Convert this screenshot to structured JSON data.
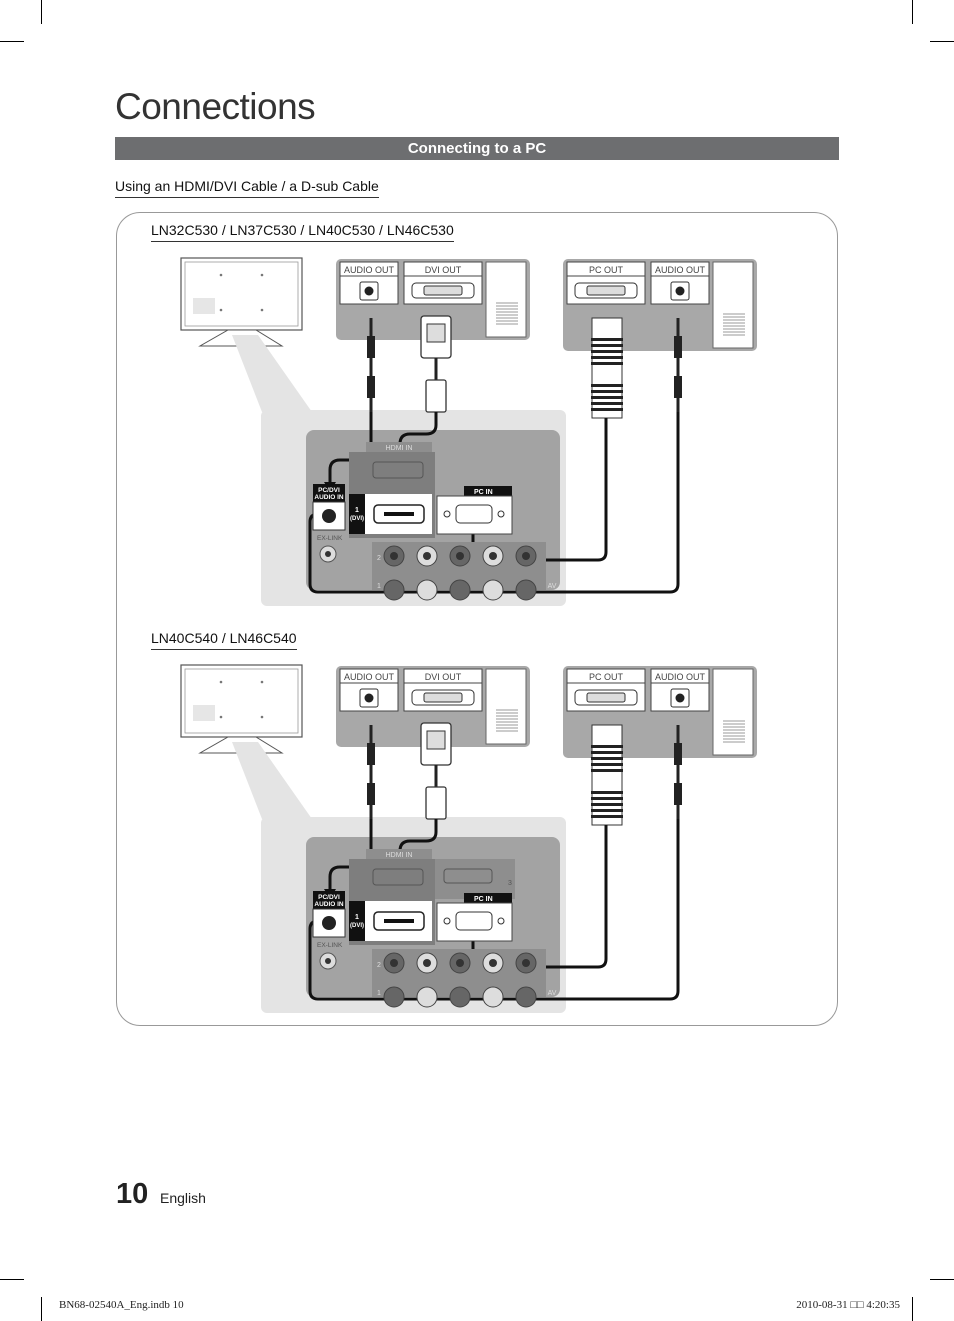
{
  "page_title": "Connections",
  "section_banner": "Connecting to a PC",
  "subheading": "Using an HDMI/DVI Cable / a D-sub Cable",
  "diagrams": [
    {
      "model": "LN32C530 / LN37C530 / LN40C530 / LN46C530",
      "has_hdmi3": false
    },
    {
      "model": "LN40C540 / LN46C540",
      "has_hdmi3": true
    }
  ],
  "labels": {
    "audio_out": "AUDIO OUT",
    "dvi_out": "DVI OUT",
    "pc_out": "PC OUT",
    "hdmi_in": "HDMI IN",
    "pc_dvi_audio_in_1": "PC/DVI",
    "pc_dvi_audio_in_2": "AUDIO IN",
    "hdmi1": "1",
    "dvi": "(DVI)",
    "pc_in": "PC IN",
    "ex_link": "EX-LINK",
    "av": "AV",
    "row2": "2",
    "row1": "1",
    "hdmi3": "3"
  },
  "footer": {
    "page_number": "10",
    "language": "English",
    "file": "BN68-02540A_Eng.indb   10",
    "timestamp": "2010-08-31   □□ 4:20:35"
  }
}
